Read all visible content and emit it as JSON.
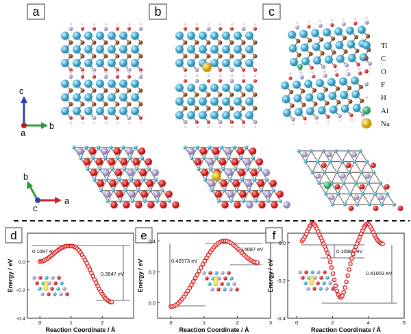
{
  "panel_labels": [
    "a",
    "b",
    "c",
    "d",
    "e",
    "f"
  ],
  "axes_side": {
    "c": "c",
    "a": "a",
    "b": "b"
  },
  "axes_top": {
    "b": "b",
    "c": "c",
    "a": "a"
  },
  "legend": [
    {
      "label": "Ti",
      "color": "#6ec6e6"
    },
    {
      "label": "C",
      "color": "#8b4a1e"
    },
    {
      "label": "O",
      "color": "#e01818"
    },
    {
      "label": "F",
      "color": "#b9b0d6"
    },
    {
      "label": "H",
      "color": "#f2d3d8"
    },
    {
      "label": "Al",
      "color": "#3dbf78"
    },
    {
      "label": "Na",
      "color": "#e8c21e"
    }
  ],
  "chart_data": [
    {
      "type": "scatter",
      "xlabel": "Reaction Coordinate / Å",
      "ylabel": "Energy / eV",
      "xlim": [
        -0.4,
        3
      ],
      "ylim": [
        -0.4,
        0.2
      ],
      "xticks": [
        "0",
        "1",
        "2"
      ],
      "yticks": [
        "0.0",
        "-0.2",
        "-0.4"
      ],
      "annotations": [
        "0.1087 eV",
        "0.3947 eV"
      ]
    },
    {
      "type": "scatter",
      "xlabel": "Reaction Coordinate / Å",
      "ylabel": "Energy / eV",
      "xlim": [
        -0.4,
        3
      ],
      "ylim": [
        -0.1,
        0.45
      ],
      "xticks": [
        "0",
        "1",
        "2",
        "3"
      ],
      "yticks": [
        "0.4",
        "0.2",
        "0.0"
      ],
      "annotations": [
        "0.42573 eV",
        "0.14087 eV"
      ]
    },
    {
      "type": "scatter",
      "xlabel": "Reaction Coordinate / Å",
      "ylabel": "Energy / eV",
      "xlim": [
        -0.5,
        6
      ],
      "ylim": [
        -0.4,
        0.05
      ],
      "xticks": [
        "0",
        "2",
        "4",
        "6"
      ],
      "yticks": [
        "0.0",
        "-0.2",
        "-0.4"
      ],
      "annotations": [
        "0.10986 eV",
        "0.41003 eV"
      ]
    }
  ]
}
